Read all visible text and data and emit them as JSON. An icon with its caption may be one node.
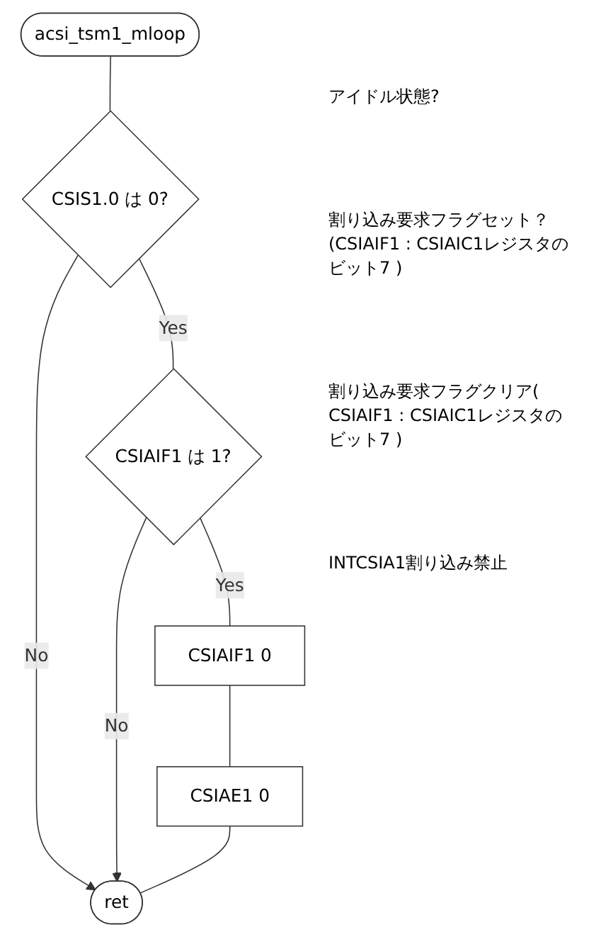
{
  "diagram": {
    "nodes": [
      {
        "text": [
          "acsi_tsm1_mloop"
        ]
      },
      {
        "text": [
          "CSIS1.0 は 0?"
        ]
      },
      {
        "text": [
          "CSIAIF1 は 1?"
        ]
      },
      {
        "text": [
          "CSIAIF1 0"
        ]
      },
      {
        "text": [
          "CSIAE1 0"
        ]
      },
      {
        "text": [
          "ret"
        ]
      }
    ],
    "edges": [
      {
        "from": 0,
        "to": 1,
        "arrow": "none"
      },
      {
        "from": 1,
        "to": 2,
        "label": "Yes",
        "arrow": "none"
      },
      {
        "from": 1,
        "to": 5,
        "label": "No",
        "arrow": "to"
      },
      {
        "from": 2,
        "to": 3,
        "label": "Yes",
        "arrow": "none"
      },
      {
        "from": 2,
        "to": 5,
        "label": "No",
        "arrow": "to"
      },
      {
        "from": 3,
        "to": 4,
        "arrow": "none"
      },
      {
        "from": 4,
        "to": 5,
        "arrow": "none"
      }
    ],
    "labels": [
      "アイドル状態?",
      "割り込み要求フラグセット？(CSIAIF1 : CSIAIC1レジスタのビット7 )",
      "割り込み要求フラグクリア( CSIAIF1 : CSIAIC1レジスタのビット7 )",
      "INTCSIA1割り込み禁止"
    ]
  }
}
